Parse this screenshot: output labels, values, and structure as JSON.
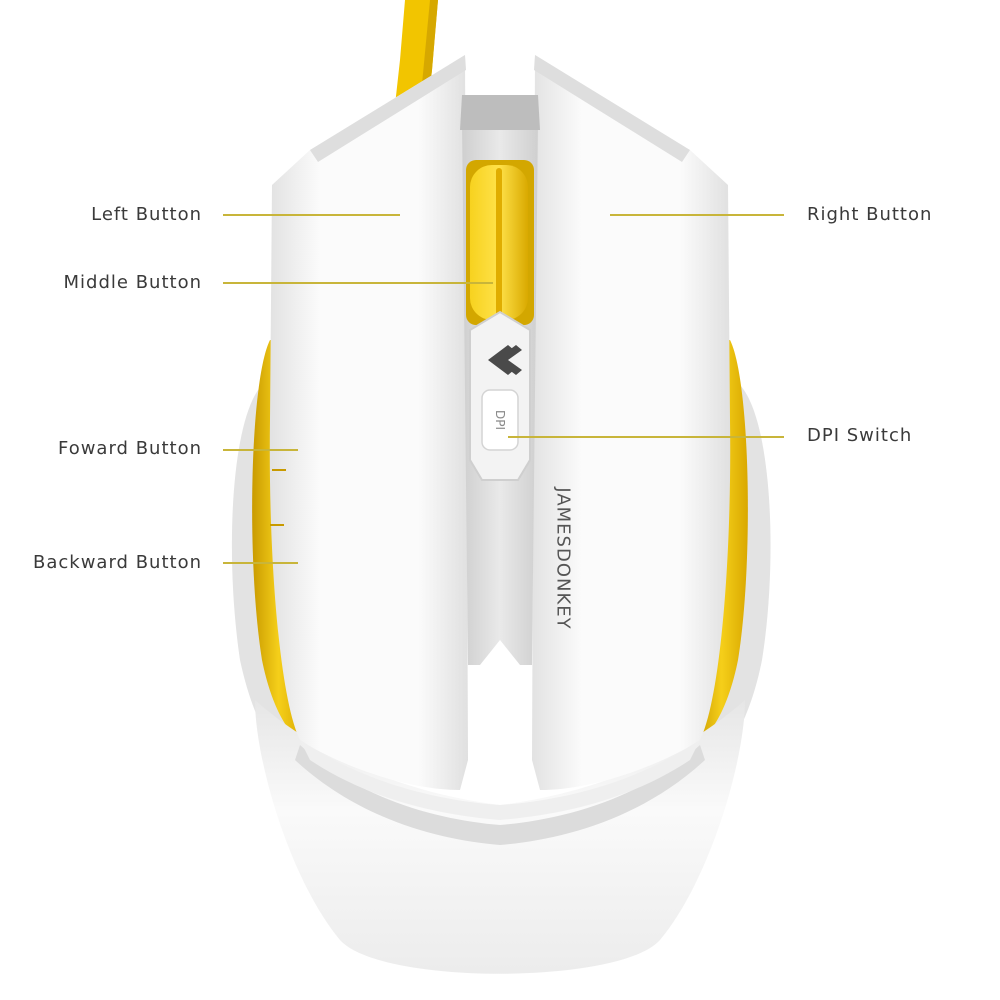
{
  "callouts": {
    "left_button": "Left Button",
    "middle_button": "Middle Button",
    "forward_button": "Foward Button",
    "backward_button": "Backward Button",
    "right_button": "Right Button",
    "dpi_switch": "DPI Switch"
  },
  "product": {
    "brand_line_1": "JAMES",
    "brand_line_2": "DONKEY",
    "dpi_badge": "DPI"
  },
  "colors": {
    "accent": "#f2c500",
    "shell": "#f4f4f4",
    "callout_line": "#c8b53a",
    "label_text": "#3a3a3a"
  }
}
